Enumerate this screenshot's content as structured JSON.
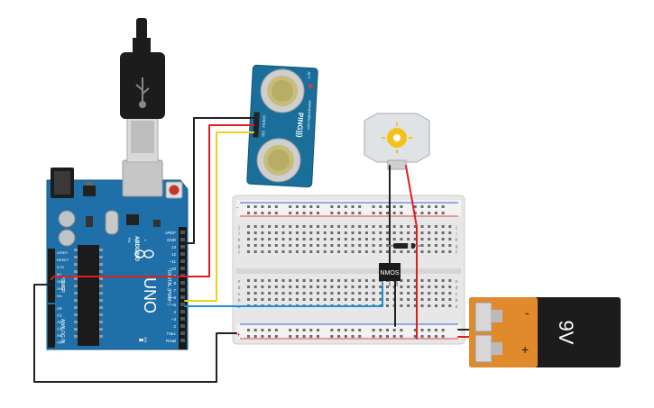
{
  "components": {
    "arduino": {
      "name_label": "UNO",
      "brand_label": "ARDUINO",
      "digital_label": "DIGITAL (PWM~)",
      "pins_right": [
        "AREF",
        "GND",
        "13",
        "12",
        "~11",
        "~10",
        "~9",
        "8",
        "7",
        "~6",
        "~5",
        "4",
        "~3",
        "2",
        "TX▸1",
        "RX◂0"
      ],
      "power_label": "POWER",
      "pins_power": [
        "IOREF",
        "RESET",
        "3.3V",
        "5V",
        "GND",
        "GND",
        "Vin"
      ],
      "analog_label": "ANALOG IN",
      "pins_analog": [
        "A0",
        "A1",
        "A2",
        "A3",
        "A4",
        "A5"
      ],
      "led_labels": [
        "TX",
        "RX",
        "L",
        "ON"
      ],
      "color": "#1f6fa8"
    },
    "sensor": {
      "name_label": "PING)))",
      "url_label": "www.parallax.com",
      "pins": [
        "GND",
        "5V",
        "SIG"
      ],
      "act_label": "ACT",
      "color": "#1a6f9a"
    },
    "transistor": {
      "label": "NMOS"
    },
    "battery": {
      "label": "9V",
      "plus": "+",
      "minus": "-"
    },
    "motor": {
      "label": ""
    },
    "breadboard": {
      "row_letters": [
        "a",
        "b",
        "c",
        "d",
        "e",
        "f",
        "g",
        "h",
        "i",
        "j"
      ],
      "plus": "+",
      "minus": "-"
    }
  },
  "colors": {
    "wire_red": "#e01e1e",
    "wire_black": "#222222",
    "wire_yellow": "#f0d21a",
    "wire_blue": "#1f8fd8",
    "board_blue": "#1f6fa8",
    "breadboard": "#e9e9e9",
    "battery_orange": "#e08a2b",
    "battery_black": "#1c1c1c"
  }
}
